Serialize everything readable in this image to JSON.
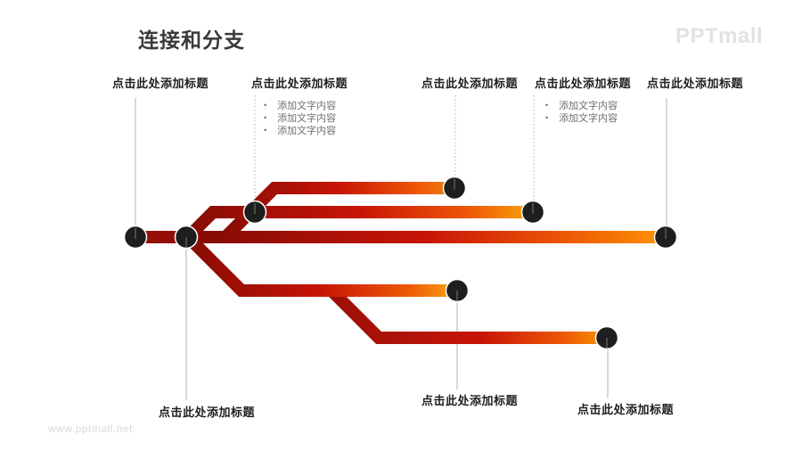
{
  "title": "连接和分支",
  "logo": "PPTmall",
  "watermark": "www.pptmall.net",
  "nodes": {
    "top": [
      {
        "label": "点击此处添加标题",
        "bullets": []
      },
      {
        "label": "点击此处添加标题",
        "bullets": [
          "添加文字内容",
          "添加文字内容",
          "添加文字内容"
        ]
      },
      {
        "label": "点击此处添加标题",
        "bullets": []
      },
      {
        "label": "点击此处添加标题",
        "bullets": [
          "添加文字内容",
          "添加文字内容"
        ]
      },
      {
        "label": "点击此处添加标题",
        "bullets": []
      }
    ],
    "bottom": [
      {
        "label": "点击此处添加标题"
      },
      {
        "label": "点击此处添加标题"
      },
      {
        "label": "点击此处添加标题"
      }
    ]
  },
  "colors": {
    "dark_red": "#860C04",
    "start_red": "#9A1008",
    "mid_red": "#C81507",
    "bright_red": "#EE5A06",
    "orange_mid": "#FD9302",
    "orange_e1": "#EF8011",
    "orange_e2": "#F9A30C",
    "orange_e4": "#F9A313",
    "orange_e5": "#F89507",
    "node_black": "#1E1E1E",
    "node_ring": "#FFFFFF",
    "connector": "#B3B3B3",
    "tick": "#8A8A8A"
  }
}
